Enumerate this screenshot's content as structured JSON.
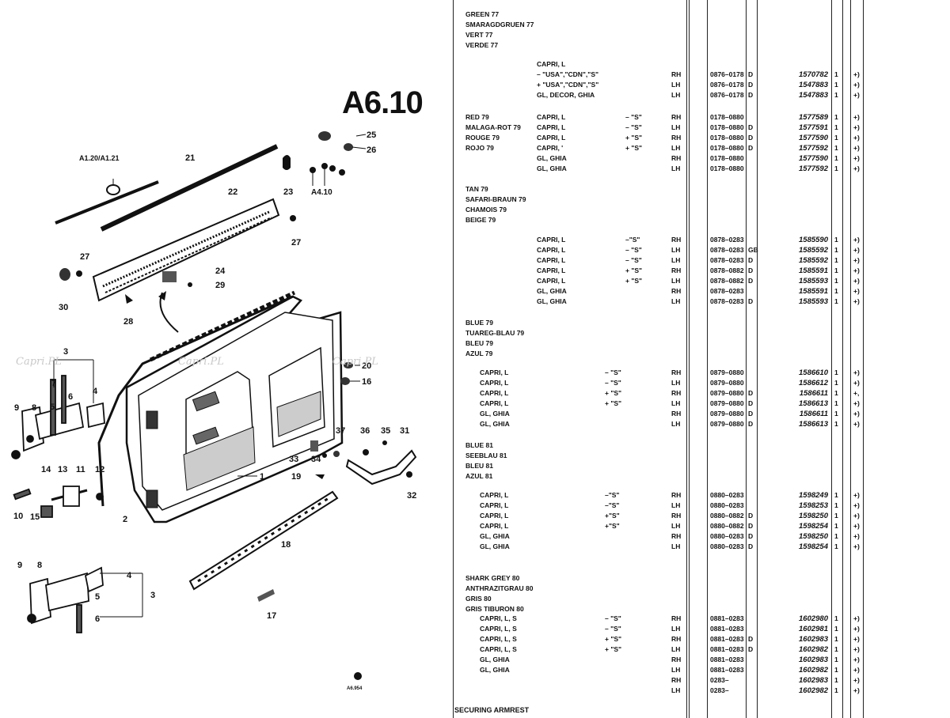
{
  "plate": {
    "title": "A6.10",
    "ref_small": "A1.20/A1.21",
    "ref_a410": "A4.10",
    "stamp": "A6.954"
  },
  "watermark": "Capri.PL",
  "callouts": [
    "1",
    "2",
    "3",
    "4",
    "5",
    "6",
    "7",
    "8",
    "9",
    "10",
    "11",
    "12",
    "13",
    "14",
    "15",
    "16",
    "17",
    "18",
    "19",
    "20",
    "21",
    "22",
    "23",
    "24",
    "25",
    "26",
    "27",
    "28",
    "29",
    "30",
    "31",
    "32",
    "33",
    "34",
    "35",
    "36",
    "37"
  ],
  "color_groups": [
    {
      "names": [
        "GREEN 77",
        "SMARAGDGRUEN 77",
        "VERT 77",
        "VERDE 77"
      ],
      "rows": [
        {
          "model": "CAPRI, L",
          "var": "",
          "side": "",
          "date": "",
          "code": "",
          "part": "",
          "qty": "",
          "note": ""
        },
        {
          "model": "– \"USA\",\"CDN\",\"S\"",
          "var": "",
          "side": "RH",
          "date": "0876–0178",
          "code": "D",
          "part": "1570782",
          "qty": "1",
          "note": "+)"
        },
        {
          "model": "+ \"USA\",\"CDN\",\"S\"",
          "var": "",
          "side": "LH",
          "date": "0876–0178",
          "code": "D",
          "part": "1547883",
          "qty": "1",
          "note": "+)"
        },
        {
          "model": "GL, DECOR, GHIA",
          "var": "",
          "side": "LH",
          "date": "0876–0178",
          "code": "D",
          "part": "1547883",
          "qty": "1",
          "note": "+)"
        }
      ]
    },
    {
      "names": [
        "RED 79",
        "MALAGA-ROT 79",
        "ROUGE 79",
        "ROJO 79"
      ],
      "rows": [
        {
          "model": "CAPRI, L",
          "var": "– \"S\"",
          "side": "RH",
          "date": "0178–0880",
          "code": "",
          "part": "1577589",
          "qty": "1",
          "note": "+)"
        },
        {
          "model": "CAPRI, L",
          "var": "– \"S\"",
          "side": "LH",
          "date": "0178–0880",
          "code": "D",
          "part": "1577591",
          "qty": "1",
          "note": "+)"
        },
        {
          "model": "CAPRI, L",
          "var": "+ \"S\"",
          "side": "RH",
          "date": "0178–0880",
          "code": "D",
          "part": "1577590",
          "qty": "1",
          "note": "+)"
        },
        {
          "model": "CAPRI, '",
          "var": "+ \"S\"",
          "side": "LH",
          "date": "0178–0880",
          "code": "D",
          "part": "1577592",
          "qty": "1",
          "note": "+)"
        },
        {
          "model": "GL, GHIA",
          "var": "",
          "side": "RH",
          "date": "0178–0880",
          "code": "",
          "part": "1577590",
          "qty": "1",
          "note": "+)"
        },
        {
          "model": "GL, GHIA",
          "var": "",
          "side": "LH",
          "date": "0178–0880",
          "code": "",
          "part": "1577592",
          "qty": "1",
          "note": "+)"
        }
      ]
    },
    {
      "names": [
        "TAN 79",
        "SAFARI-BRAUN 79",
        "CHAMOIS 79",
        "BEIGE 79"
      ],
      "rows": [
        {
          "model": "CAPRI, L",
          "var": "–\"S\"",
          "side": "RH",
          "date": "0878–0283",
          "code": "",
          "part": "1585590",
          "qty": "1",
          "note": "+)"
        },
        {
          "model": "CAPRI, L",
          "var": "– \"S\"",
          "side": "LH",
          "date": "0878–0283",
          "code": "GB",
          "part": "1585592",
          "qty": "1",
          "note": "+)"
        },
        {
          "model": "CAPRI, L",
          "var": "– \"S\"",
          "side": "LH",
          "date": "0878–0283",
          "code": "D",
          "part": "1585592",
          "qty": "1",
          "note": "+)"
        },
        {
          "model": "CAPRI, L",
          "var": "+ \"S\"",
          "side": "RH",
          "date": "0878–0882",
          "code": "D",
          "part": "1585591",
          "qty": "1",
          "note": "+)"
        },
        {
          "model": "CAPRI, L",
          "var": "+ \"S\"",
          "side": "LH",
          "date": "0878–0882",
          "code": "D",
          "part": "1585593",
          "qty": "1",
          "note": "+)"
        },
        {
          "model": "GL, GHIA",
          "var": "",
          "side": "RH",
          "date": "0878–0283",
          "code": "",
          "part": "1585591",
          "qty": "1",
          "note": "+)"
        },
        {
          "model": "GL, GHIA",
          "var": "",
          "side": "LH",
          "date": "0878–0283",
          "code": "D",
          "part": "1585593",
          "qty": "1",
          "note": "+)"
        }
      ]
    },
    {
      "names": [
        "BLUE 79",
        "TUAREG-BLAU 79",
        "BLEU 79",
        "AZUL 79"
      ],
      "rows": [
        {
          "model": "CAPRI, L",
          "var": "– \"S\"",
          "side": "RH",
          "date": "0879–0880",
          "code": "",
          "part": "1586610",
          "qty": "1",
          "note": "+)"
        },
        {
          "model": "CAPRI, L",
          "var": "– \"S\"",
          "side": "LH",
          "date": "0879–0880",
          "code": "",
          "part": "1586612",
          "qty": "1",
          "note": "+)"
        },
        {
          "model": "CAPRI, L",
          "var": "+ \"S\"",
          "side": "RH",
          "date": "0879–0880",
          "code": "D",
          "part": "1586611",
          "qty": "1",
          "note": "+,"
        },
        {
          "model": "CAPRI, L",
          "var": "+ \"S\"",
          "side": "LH",
          "date": "0879–0880",
          "code": "D",
          "part": "1586613",
          "qty": "1",
          "note": "+)"
        },
        {
          "model": "GL, GHIA",
          "var": "",
          "side": "RH",
          "date": "0879–0880",
          "code": "D",
          "part": "1586611",
          "qty": "1",
          "note": "+)"
        },
        {
          "model": "GL, GHIA",
          "var": "",
          "side": "LH",
          "date": "0879–0880",
          "code": "D",
          "part": "1586613",
          "qty": "1",
          "note": "+)"
        }
      ]
    },
    {
      "names": [
        "BLUE 81",
        "SEEBLAU 81",
        "BLEU 81",
        "AZUL 81"
      ],
      "rows": [
        {
          "model": "CAPRI, L",
          "var": "–\"S\"",
          "side": "RH",
          "date": "0880–0283",
          "code": "",
          "part": "1598249",
          "qty": "1",
          "note": "+)"
        },
        {
          "model": "CAPRI, L",
          "var": "–\"S\"",
          "side": "LH",
          "date": "0880–0283",
          "code": "",
          "part": "1598253",
          "qty": "1",
          "note": "+)"
        },
        {
          "model": "CAPRI, L",
          "var": "+\"S\"",
          "side": "RH",
          "date": "0880–0882",
          "code": "D",
          "part": "1598250",
          "qty": "1",
          "note": "+)"
        },
        {
          "model": "CAPRI, L",
          "var": "+\"S\"",
          "side": "LH",
          "date": "0880–0882",
          "code": "D",
          "part": "1598254",
          "qty": "1",
          "note": "+)"
        },
        {
          "model": "GL, GHIA",
          "var": "",
          "side": "RH",
          "date": "0880–0283",
          "code": "D",
          "part": "1598250",
          "qty": "1",
          "note": "+)"
        },
        {
          "model": "GL, GHIA",
          "var": "",
          "side": "LH",
          "date": "0880–0283",
          "code": "D",
          "part": "1598254",
          "qty": "1",
          "note": "+)"
        }
      ]
    },
    {
      "names": [
        "SHARK GREY 80",
        "ANTHRAZITGRAU 80",
        "GRIS 80",
        "GRIS TIBURON 80"
      ],
      "rows": [
        {
          "model": "CAPRI, L, S",
          "var": "– \"S\"",
          "side": "RH",
          "date": "0881–0283",
          "code": "",
          "part": "1602980",
          "qty": "1",
          "note": "+)"
        },
        {
          "model": "CAPRI, L, S",
          "var": "– \"S\"",
          "side": "LH",
          "date": "0881–0283",
          "code": "",
          "part": "1602981",
          "qty": "1",
          "note": "+)"
        },
        {
          "model": "CAPRI, L, S",
          "var": "+ \"S\"",
          "side": "RH",
          "date": "0881–0283",
          "code": "D",
          "part": "1602983",
          "qty": "1",
          "note": "+)"
        },
        {
          "model": "CAPRI, L, S",
          "var": "+ \"S\"",
          "side": "LH",
          "date": "0881–0283",
          "code": "D",
          "part": "1602982",
          "qty": "1",
          "note": "+)"
        },
        {
          "model": "GL, GHIA",
          "var": "",
          "side": "RH",
          "date": "0881–0283",
          "code": "",
          "part": "1602983",
          "qty": "1",
          "note": "+)"
        },
        {
          "model": "GL, GHIA",
          "var": "",
          "side": "LH",
          "date": "0881–0283",
          "code": "",
          "part": "1602982",
          "qty": "1",
          "note": "+)"
        },
        {
          "model": "",
          "var": "",
          "side": "RH",
          "date": "0283–",
          "code": "",
          "part": "1602983",
          "qty": "1",
          "note": "+)"
        },
        {
          "model": "",
          "var": "",
          "side": "LH",
          "date": "0283–",
          "code": "",
          "part": "1602982",
          "qty": "1",
          "note": "+)"
        }
      ]
    }
  ],
  "footer": "SECURING ARMREST"
}
